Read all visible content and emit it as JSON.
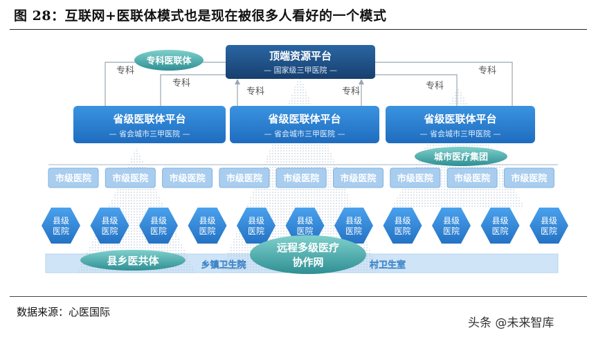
{
  "figure": {
    "title": "图 28：互联网+医联体模式也是现在被很多人看好的一个模式",
    "source": "数据来源：心医国际",
    "watermark": "头条 @未来智库"
  },
  "diagram": {
    "top_platform": {
      "title": "顶端资源平台",
      "subtitle": "— 国家级三甲医院 —"
    },
    "specialty_alliance": "专科医联体",
    "specialty_labels": [
      "专科",
      "专科",
      "专科",
      "专科",
      "专科",
      "专科"
    ],
    "provincial_platforms": [
      {
        "title": "省级医联体平台",
        "subtitle": "— 省会城市三甲医院 —"
      },
      {
        "title": "省级医联体平台",
        "subtitle": "— 省会城市三甲医院 —"
      },
      {
        "title": "省级医联体平台",
        "subtitle": "— 省会城市三甲医院 —"
      }
    ],
    "city_group": "城市医疗集团",
    "city_hospitals": [
      "市级医院",
      "市级医院",
      "市级医院",
      "市级医院",
      "市级医院",
      "市级医院",
      "市级医院",
      "市级医院",
      "市级医院"
    ],
    "county_hospitals": [
      {
        "line1": "县级",
        "line2": "医院"
      },
      {
        "line1": "县级",
        "line2": "医院"
      },
      {
        "line1": "县级",
        "line2": "医院"
      },
      {
        "line1": "县级",
        "line2": "医院"
      },
      {
        "line1": "县级",
        "line2": "医院"
      },
      {
        "line1": "县级",
        "line2": "医院"
      },
      {
        "line1": "县级",
        "line2": "医院"
      },
      {
        "line1": "县级",
        "line2": "医院"
      },
      {
        "line1": "县级",
        "line2": "医院"
      },
      {
        "line1": "县级",
        "line2": "医院"
      },
      {
        "line1": "县级",
        "line2": "医院"
      }
    ],
    "county_community": "县乡医共体",
    "remote_network": {
      "line1": "远程多级医疗",
      "line2": "协作网"
    },
    "township_label": "乡镇卫生院",
    "village_label": "村卫生室",
    "colors": {
      "dark_navy": "#1b4f86",
      "blue": "#2c7fd0",
      "light_blue_box": "#bcd8f1",
      "city_text": "#ffffff",
      "hex_blue": "#3a8ee0",
      "teal_ellipse": "#4ea8a8",
      "base_band": "#cfe4f6"
    }
  }
}
